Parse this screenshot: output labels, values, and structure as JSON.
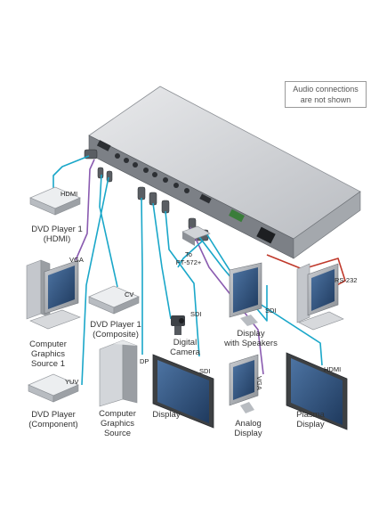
{
  "note": "Audio connections\nare not shown",
  "colors": {
    "hdmi": "#1aa7c9",
    "vga": "#8a5bb0",
    "rs232": "#c0392b",
    "device_light": "#d8dade",
    "device_dark": "#8c9096",
    "screen": "#2d4f7a"
  },
  "labels": {
    "dvd_hdmi": "DVD Player 1\n(HDMI)",
    "dvd_hdmi_port": "HDMI",
    "computer1": "Computer\nGraphics\nSource 1",
    "computer1_port": "VGA",
    "dvd_composite": "DVD Player 1\n(Composite)",
    "dvd_composite_port": "CV",
    "dvd_component": "DVD Player\n(Component)",
    "dvd_component_port": "YUV",
    "computer_dp": "Computer\nGraphics\nSource",
    "computer_dp_port": "DP",
    "camera": "Digital\nCamera",
    "camera_port": "SDI",
    "display_sdi": "Display",
    "display_sdi_port": "SDI",
    "analog_display": "Analog\nDisplay",
    "analog_display_port": "VGA",
    "display_speakers": "Display\nwith Speakers",
    "display_speakers_port": "SDI",
    "plasma": "Plasma\nDisplay",
    "plasma_port": "HDMI",
    "pt572": "To\nPT-572+",
    "rs232_port": "RS-232"
  }
}
